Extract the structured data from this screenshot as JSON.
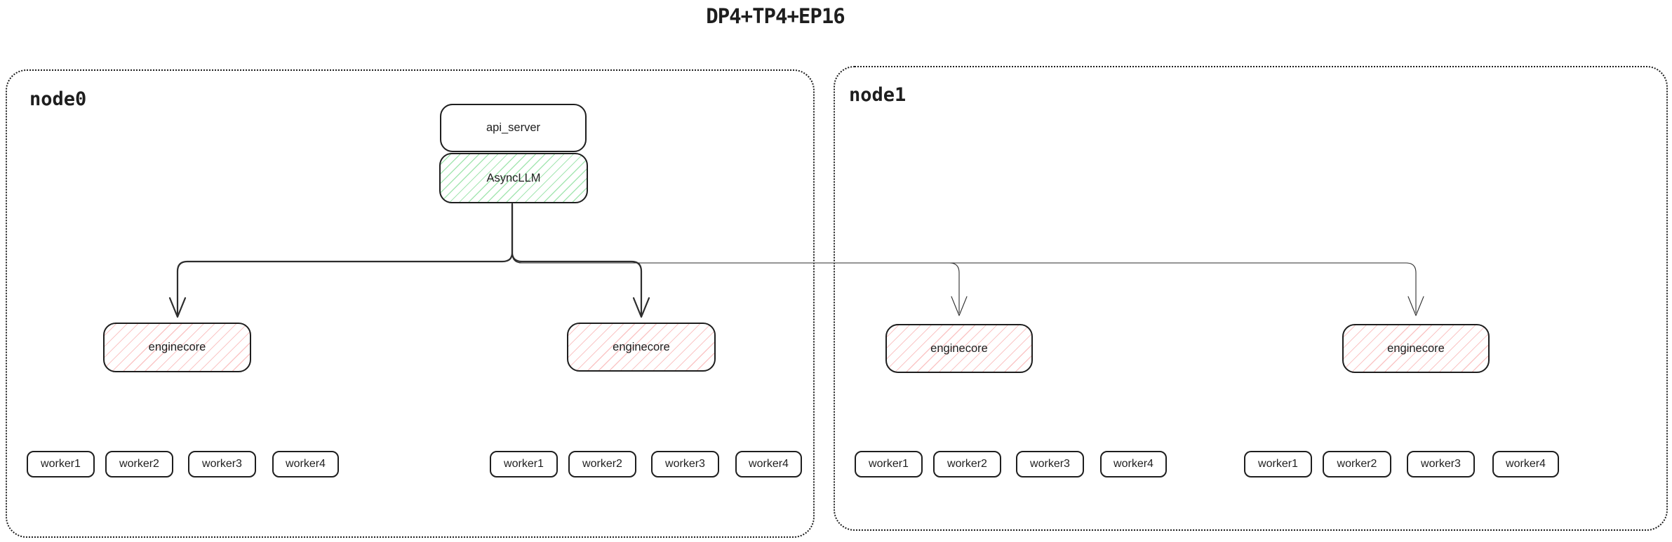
{
  "title": "DP4+TP4+EP16",
  "api_server": {
    "label": "api_server"
  },
  "async_llm": {
    "label": "AsyncLLM"
  },
  "nodes": [
    {
      "label": "node0",
      "enginecores": [
        {
          "label": "enginecore",
          "workers": [
            "worker1",
            "worker2",
            "worker3",
            "worker4"
          ]
        },
        {
          "label": "enginecore",
          "workers": [
            "worker1",
            "worker2",
            "worker3",
            "worker4"
          ]
        }
      ]
    },
    {
      "label": "node1",
      "enginecores": [
        {
          "label": "enginecore",
          "workers": [
            "worker1",
            "worker2",
            "worker3",
            "worker4"
          ]
        },
        {
          "label": "enginecore",
          "workers": [
            "worker1",
            "worker2",
            "worker3",
            "worker4"
          ]
        }
      ]
    }
  ],
  "colors": {
    "ink": "#1e1e1e",
    "arrow": "#2d2d2d",
    "green_hatch": "#5cd273",
    "red_hatch": "#f4a9a9",
    "background": "#ffffff"
  }
}
